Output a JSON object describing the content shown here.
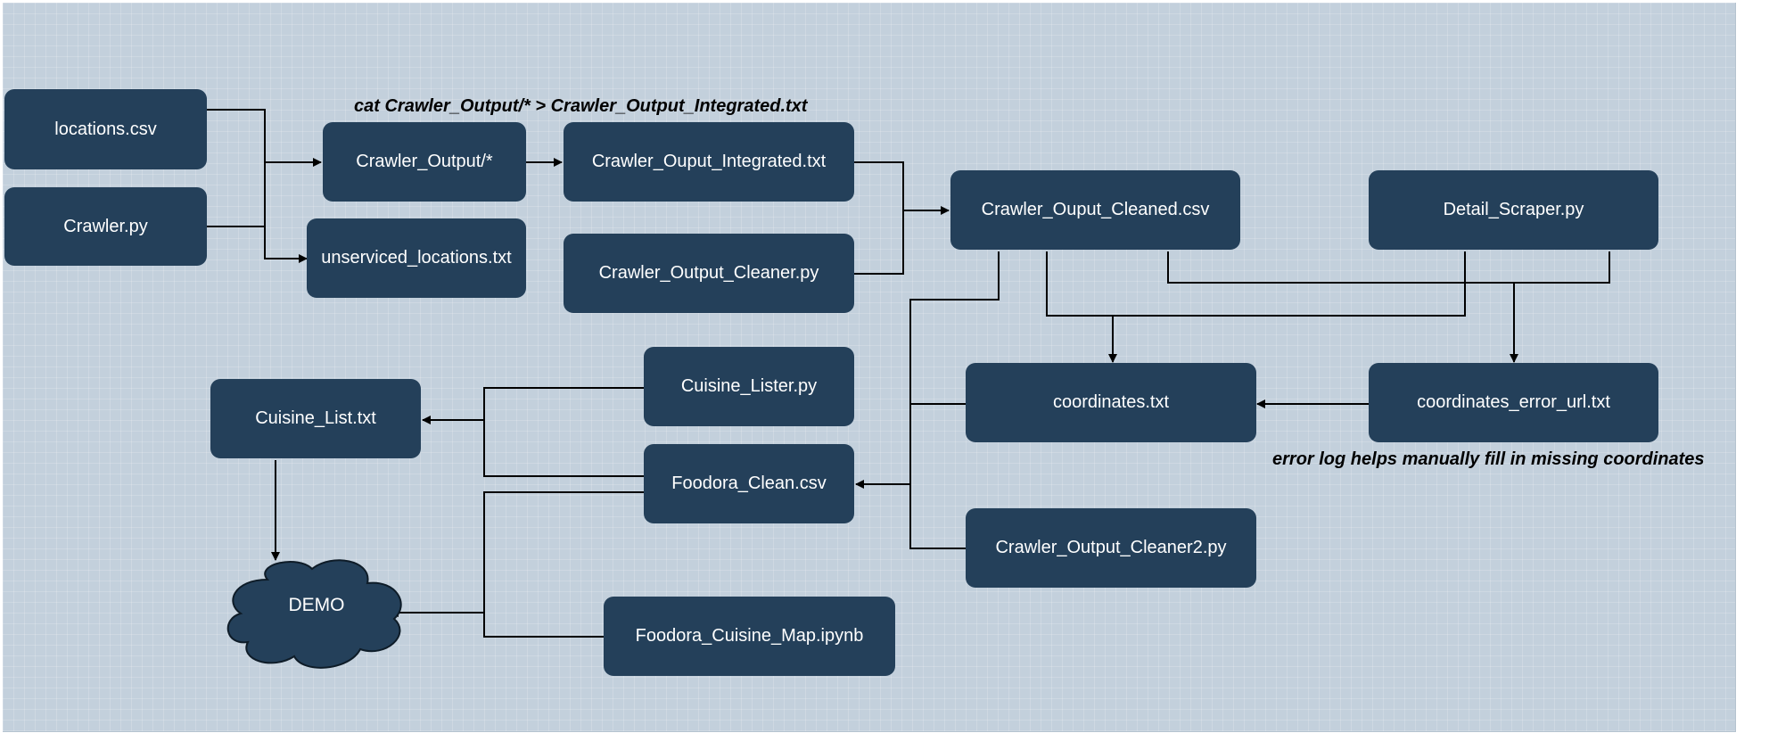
{
  "nodes": {
    "locations_csv": "locations.csv",
    "crawler_py": "Crawler.py",
    "crawler_output": "Crawler_Output/*",
    "unserviced_locations": "unserviced_locations.txt",
    "crawler_output_integrated": "Crawler_Ouput_Integrated.txt",
    "crawler_output_cleaner": "Crawler_Output_Cleaner.py",
    "crawler_output_cleaned": "Crawler_Ouput_Cleaned.csv",
    "detail_scraper": "Detail_Scraper.py",
    "coordinates": "coordinates.txt",
    "coordinates_error_url": "coordinates_error_url.txt",
    "cuisine_lister": "Cuisine_Lister.py",
    "cuisine_list": "Cuisine_List.txt",
    "foodora_clean": "Foodora_Clean.csv",
    "crawler_output_cleaner2": "Crawler_Output_Cleaner2.py",
    "foodora_cuisine_map": "Foodora_Cuisine_Map.ipynb",
    "demo": "DEMO"
  },
  "notes": {
    "cat_command": "cat Crawler_Output/* > Crawler_Output_Integrated.txt",
    "error_log": "error log helps manually fill in missing coordinates"
  },
  "colors": {
    "canvas": "#c3d0dc",
    "node_fill": "#24405a",
    "node_text": "#ffffff",
    "connector": "#000000"
  }
}
